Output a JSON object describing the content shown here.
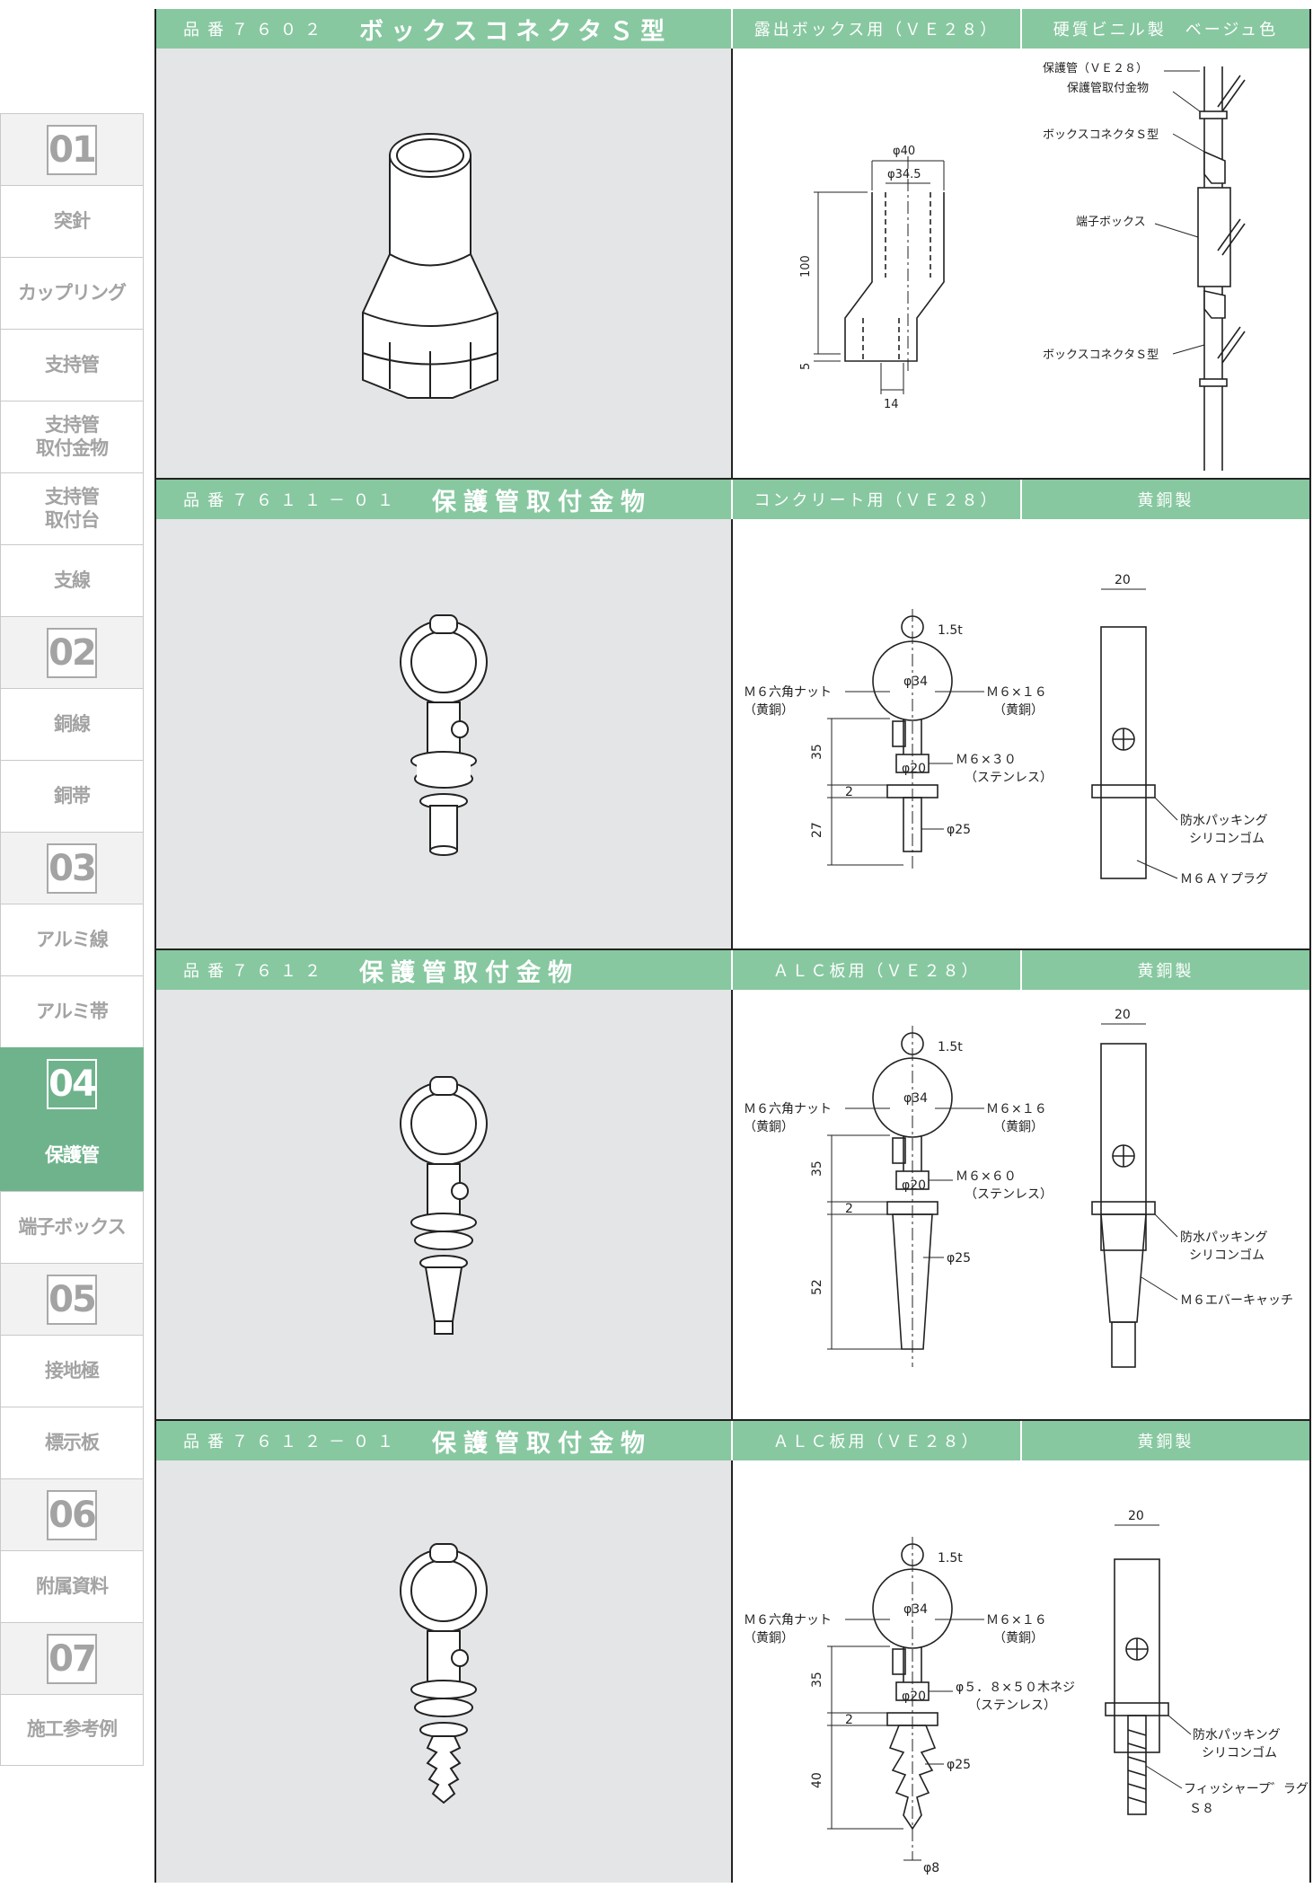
{
  "sidebar": [
    {
      "kind": "num",
      "text": "01"
    },
    {
      "kind": "text",
      "text": "突針"
    },
    {
      "kind": "text",
      "text": "カップリング"
    },
    {
      "kind": "text",
      "text": "支持管"
    },
    {
      "kind": "text",
      "text": "支持管\n取付金物"
    },
    {
      "kind": "text",
      "text": "支持管\n取付台"
    },
    {
      "kind": "text",
      "text": "支線"
    },
    {
      "kind": "num",
      "text": "02"
    },
    {
      "kind": "text",
      "text": "銅線"
    },
    {
      "kind": "text",
      "text": "銅帯"
    },
    {
      "kind": "num",
      "text": "03"
    },
    {
      "kind": "text",
      "text": "アルミ線"
    },
    {
      "kind": "text",
      "text": "アルミ帯"
    },
    {
      "kind": "num",
      "text": "04",
      "active": true
    },
    {
      "kind": "text",
      "text": "保護管",
      "active": true
    },
    {
      "kind": "text",
      "text": "端子ボックス"
    },
    {
      "kind": "num",
      "text": "05"
    },
    {
      "kind": "text",
      "text": "接地極"
    },
    {
      "kind": "text",
      "text": "標示板"
    },
    {
      "kind": "num",
      "text": "06"
    },
    {
      "kind": "text",
      "text": "附属資料"
    },
    {
      "kind": "num",
      "text": "07"
    },
    {
      "kind": "text",
      "text": "施工参考例"
    }
  ],
  "products": [
    {
      "code": "品番７６０２",
      "name": "ボックスコネクタＳ型",
      "usage": "露出ボックス用（ＶＥ２８）",
      "material": "硬質ビニル製　ベージュ色",
      "drawing": {
        "d1": "φ40",
        "d2": "φ34.5",
        "h1": "100",
        "h2": "5",
        "w1": "14",
        "labels": [
          "保護管（ＶＥ２８）",
          "保護管取付金物",
          "ボックスコネクタＳ型",
          "端子ボックス",
          "ボックスコネクタＳ型"
        ]
      }
    },
    {
      "code": "品番７６１１－０１",
      "name": "保護管取付金物",
      "usage": "コンクリート用（ＶＥ２８）",
      "material": "黄銅製",
      "drawing": {
        "width": "20",
        "thick": "1.5t",
        "ring": "φ34",
        "boss": "φ20",
        "base": "φ25",
        "h1": "35",
        "h2": "2",
        "h3": "27",
        "nut": "Ｍ６六角ナット",
        "nut_mat": "（黄銅）",
        "bolt": "Ｍ６×１６",
        "bolt_mat": "（黄銅）",
        "screw": "Ｍ６×３０",
        "screw_mat": "（ステンレス）",
        "pack1": "防水パッキング",
        "pack2": "シリコンゴム",
        "anchor1": "Ｍ６ＡＹプラグ",
        "anchor2": ""
      }
    },
    {
      "code": "品番７６１２",
      "name": "保護管取付金物",
      "usage": "ＡＬＣ板用（ＶＥ２８）",
      "material": "黄銅製",
      "drawing": {
        "width": "20",
        "thick": "1.5t",
        "ring": "φ34",
        "boss": "φ20",
        "base": "φ25",
        "h1": "35",
        "h2": "2",
        "h3": "52",
        "nut": "Ｍ６六角ナット",
        "nut_mat": "（黄銅）",
        "bolt": "Ｍ６×１６",
        "bolt_mat": "（黄銅）",
        "screw": "Ｍ６×６０",
        "screw_mat": "（ステンレス）",
        "pack1": "防水パッキング",
        "pack2": "シリコンゴム",
        "anchor1": "Ｍ６エバーキャッチ",
        "anchor2": ""
      }
    },
    {
      "code": "品番７６１２－０１",
      "name": "保護管取付金物",
      "usage": "ＡＬＣ板用（ＶＥ２８）",
      "material": "黄銅製",
      "drawing": {
        "width": "20",
        "thick": "1.5t",
        "ring": "φ34",
        "boss": "φ20",
        "base": "φ25",
        "h1": "35",
        "h2": "2",
        "h3": "40",
        "tip": "φ8",
        "nut": "Ｍ６六角ナット",
        "nut_mat": "（黄銅）",
        "bolt": "Ｍ６×１６",
        "bolt_mat": "（黄銅）",
        "screw": "φ５．８×５０木ネジ",
        "screw_mat": "（ステンレス）",
        "pack1": "防水パッキング",
        "pack2": "シリコンゴム",
        "anchor1": "フィッシャープ゛ラグ",
        "anchor2": "Ｓ８"
      }
    }
  ]
}
